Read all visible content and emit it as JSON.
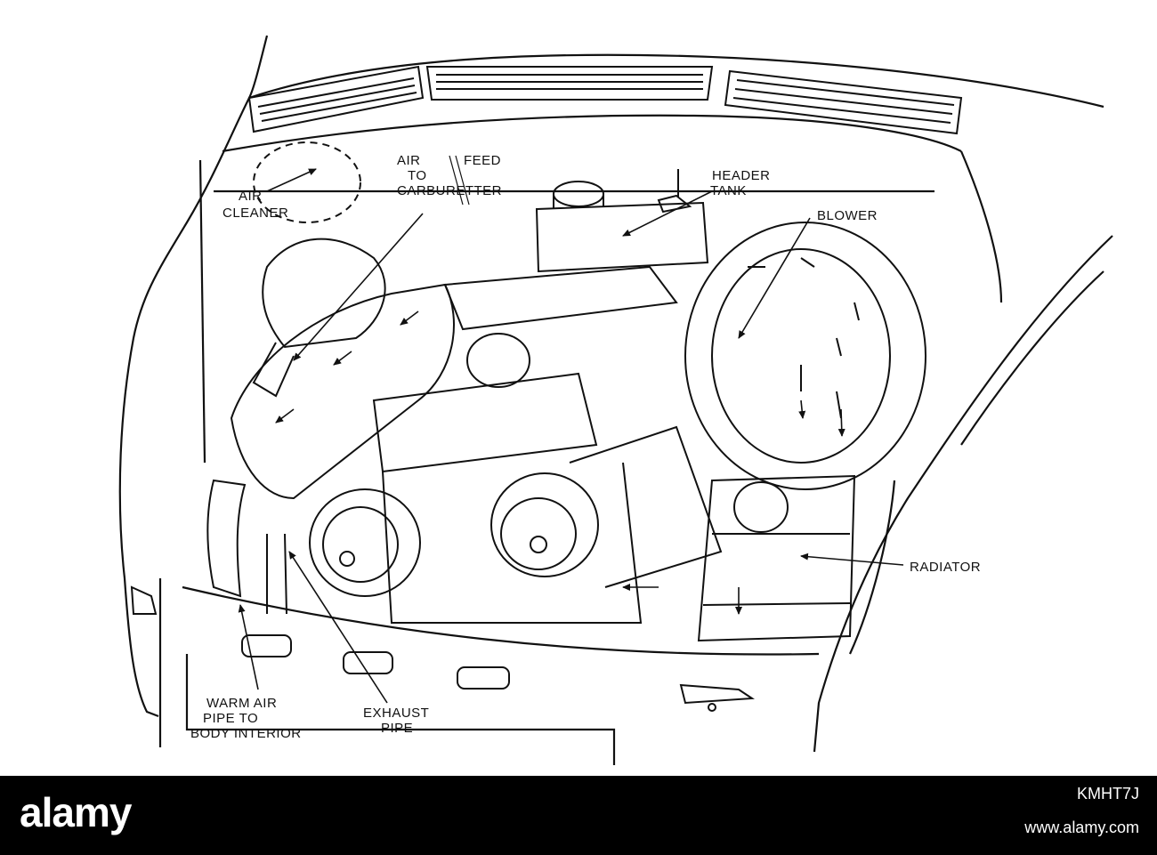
{
  "labels": {
    "air_feed_1": "AIR",
    "air_feed_2": "FEED",
    "air_feed_3": "TO",
    "air_feed_4": "CARBURETTER",
    "air_cleaner_1": "AIR",
    "air_cleaner_2": "CLEANER",
    "header_tank_1": "HEADER",
    "header_tank_2": "TANK",
    "blower": "BLOWER",
    "radiator": "RADIATOR",
    "warm_air_1": "WARM AIR",
    "warm_air_2": "PIPE  TO",
    "warm_air_3": "BODY INTERIOR",
    "exhaust_1": "EXHAUST",
    "exhaust_2": "PIPE"
  },
  "footer": {
    "brand": "alamy",
    "image_id": "KMHT7J",
    "url": "www.alamy.com"
  },
  "colors": {
    "ink": "#111111",
    "background": "#ffffff",
    "footer": "#000000"
  }
}
